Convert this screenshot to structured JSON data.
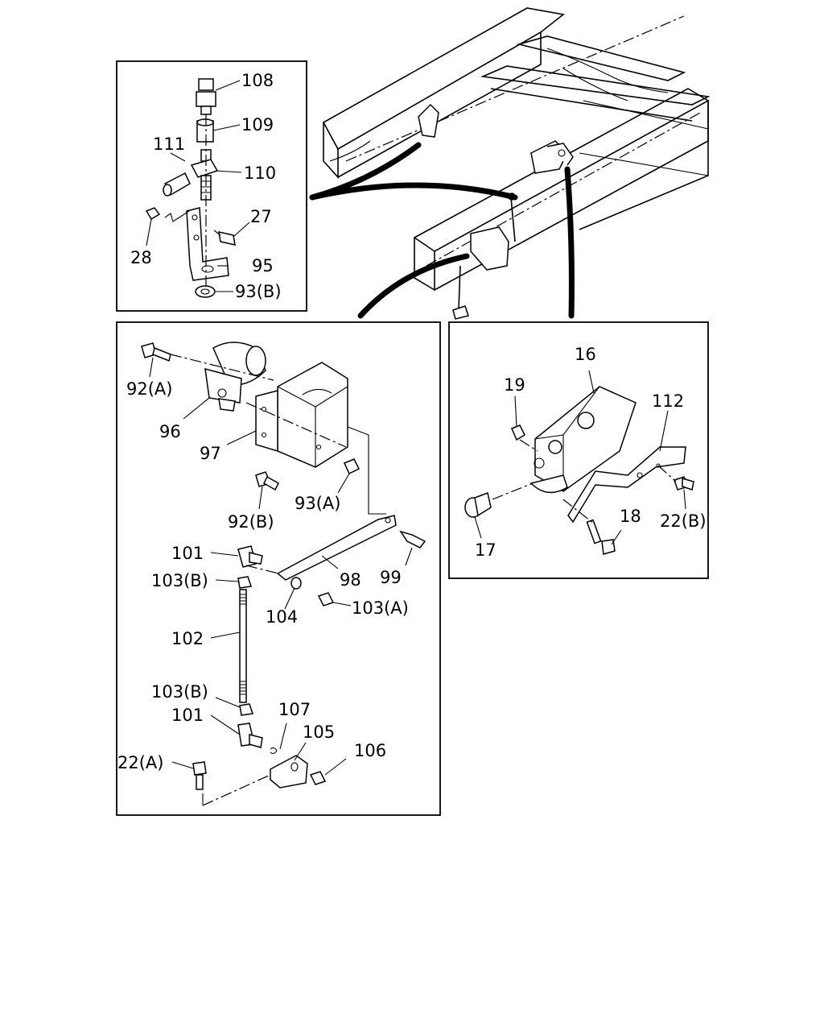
{
  "callouts": {
    "p108": "108",
    "p109": "109",
    "p111": "111",
    "p110": "110",
    "p27": "27",
    "p28": "28",
    "p95": "95",
    "p93b": "93(B)",
    "p92a": "92(A)",
    "p96": "96",
    "p97": "97",
    "p92b": "92(B)",
    "p93a": "93(A)",
    "p101a": "101",
    "p103b1": "103(B)",
    "p98": "98",
    "p99": "99",
    "p104": "104",
    "p103a": "103(A)",
    "p102": "102",
    "p103b2": "103(B)",
    "p101b": "101",
    "p107": "107",
    "p105": "105",
    "p22a": "22(A)",
    "p106": "106",
    "p16": "16",
    "p19": "19",
    "p112": "112",
    "p22b": "22(B)",
    "p18": "18",
    "p17": "17"
  }
}
